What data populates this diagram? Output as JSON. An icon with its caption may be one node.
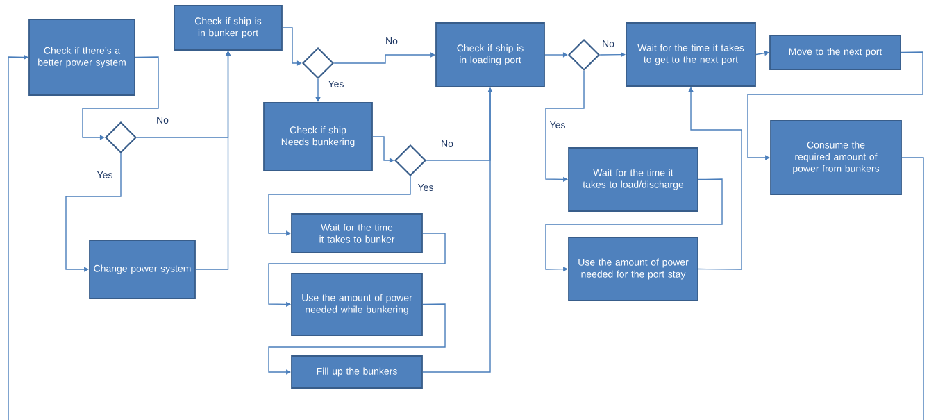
{
  "diagram": {
    "nodes": [
      {
        "text": [
          "Check if there’s a better power system"
        ]
      },
      {
        "text": [
          "Check if ship is in bunker port"
        ]
      },
      {
        "text": [],
        "shape": "diamond"
      },
      {
        "text": [
          "Change power system"
        ]
      },
      {
        "text": [],
        "shape": "diamond"
      },
      {
        "text": [
          "Check if ship is in loading port"
        ]
      },
      {
        "text": [
          "Check if ship Needs bunkering"
        ]
      },
      {
        "text": [],
        "shape": "diamond"
      },
      {
        "text": [
          "Wait for the time it takes to bunker"
        ]
      },
      {
        "text": [
          "Use the amount of power needed while bunkering"
        ]
      },
      {
        "text": [
          "Fill up the bunkers"
        ]
      },
      {
        "text": [],
        "shape": "diamond"
      },
      {
        "text": [
          "Wait for the time it takes to get to the next port"
        ]
      },
      {
        "text": [
          "Move to the next port"
        ]
      },
      {
        "text": [
          "Wait for the time it takes to load/discharge"
        ]
      },
      {
        "text": [
          "Use the amount of power needed for the port stay"
        ]
      },
      {
        "text": [
          "Consume the required amount of power from bunkers"
        ]
      }
    ],
    "edges": [
      {
        "from": 0,
        "to": 2,
        "arrow": "to"
      },
      {
        "from": 2,
        "to": 1,
        "arrow": "to",
        "label": "No"
      },
      {
        "from": 2,
        "to": 3,
        "arrow": "to",
        "label": "Yes"
      },
      {
        "from": 3,
        "to": 1,
        "arrow": "to"
      },
      {
        "from": 1,
        "to": 4,
        "arrow": "to"
      },
      {
        "from": 4,
        "to": 5,
        "arrow": "to",
        "label": "No"
      },
      {
        "from": 4,
        "to": 6,
        "arrow": "to",
        "label": "Yes"
      },
      {
        "from": 6,
        "to": 7,
        "arrow": "to"
      },
      {
        "from": 7,
        "to": 5,
        "arrow": "to",
        "label": "No"
      },
      {
        "from": 7,
        "to": 8,
        "arrow": "to",
        "label": "Yes"
      },
      {
        "from": 8,
        "to": 9,
        "arrow": "to"
      },
      {
        "from": 9,
        "to": 10,
        "arrow": "to"
      },
      {
        "from": 10,
        "to": 5,
        "arrow": "to"
      },
      {
        "from": 5,
        "to": 11,
        "arrow": "to"
      },
      {
        "from": 11,
        "to": 12,
        "arrow": "to",
        "label": "No"
      },
      {
        "from": 11,
        "to": 14,
        "arrow": "to",
        "label": "Yes"
      },
      {
        "from": 14,
        "to": 15,
        "arrow": "to"
      },
      {
        "from": 15,
        "to": 12,
        "arrow": "to"
      },
      {
        "from": 12,
        "to": 13,
        "arrow": "to"
      },
      {
        "from": 13,
        "to": 16,
        "arrow": "to"
      },
      {
        "from": 16,
        "to": 0,
        "arrow": "to"
      }
    ]
  }
}
